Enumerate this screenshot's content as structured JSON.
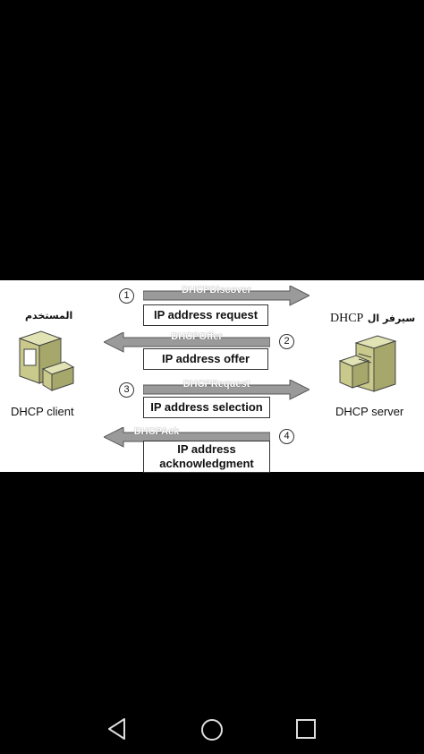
{
  "client": {
    "arabic_label": "المستخدم",
    "label": "DHCP client"
  },
  "server": {
    "arabic_label": "سيرفر ال",
    "arabic_prefix": "DHCP",
    "label": "DHCP server"
  },
  "steps": [
    {
      "number": "1",
      "message": "DHCPDiscover",
      "description": "IP address request",
      "direction": "to-server"
    },
    {
      "number": "2",
      "message": "DHCPOffer",
      "description": "IP address offer",
      "direction": "to-client"
    },
    {
      "number": "3",
      "message": "DHCPRequest",
      "description": "IP address selection",
      "direction": "to-server"
    },
    {
      "number": "4",
      "message": "DHCPAck",
      "description": "IP address\nacknowledgment",
      "direction": "to-client"
    }
  ],
  "colors": {
    "arrow_fill": "#9a9a9a",
    "computer_body": "#c8c98a",
    "background": "#000000"
  },
  "navigation": {
    "back": "back-icon",
    "home": "home-icon",
    "recents": "recents-icon"
  }
}
